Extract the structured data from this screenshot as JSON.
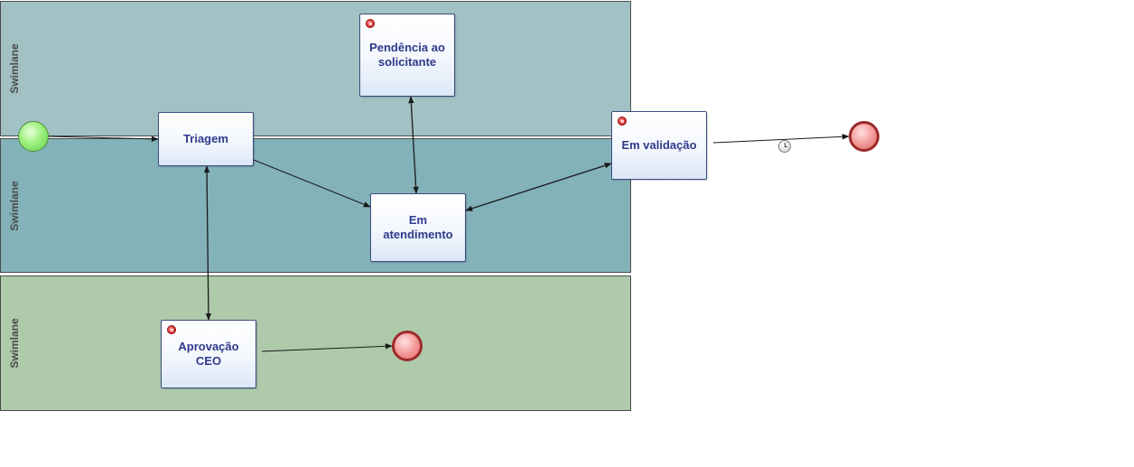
{
  "lanes": [
    {
      "id": "lane-1",
      "label": "Swimlane"
    },
    {
      "id": "lane-2",
      "label": "Swimlane"
    },
    {
      "id": "lane-3",
      "label": "Swimlane"
    }
  ],
  "tasks": {
    "triagem": {
      "label": "Triagem"
    },
    "pendencia": {
      "label": "Pendência ao\nsolicitante",
      "has_error_marker": true
    },
    "atendimento": {
      "label": "Em\natendimento"
    },
    "validacao": {
      "label": "Em validação",
      "has_error_marker": true
    },
    "aprovacao": {
      "label": "Aprovação\nCEO",
      "has_error_marker": true
    }
  },
  "events": {
    "start": {
      "type": "start"
    },
    "end_top": {
      "type": "end"
    },
    "end_bottom": {
      "type": "end"
    }
  },
  "flows": [
    {
      "from": "start",
      "to": "triagem",
      "bidirectional": false
    },
    {
      "from": "triagem",
      "to": "atendimento",
      "bidirectional": false
    },
    {
      "from": "triagem",
      "to": "aprovacao",
      "bidirectional": true
    },
    {
      "from": "pendencia",
      "to": "atendimento",
      "bidirectional": true
    },
    {
      "from": "atendimento",
      "to": "validacao",
      "bidirectional": true
    },
    {
      "from": "validacao",
      "to": "end_top",
      "bidirectional": false,
      "timer": true
    },
    {
      "from": "aprovacao",
      "to": "end_bottom",
      "bidirectional": false
    }
  ],
  "colors": {
    "lane_1": "#a2c1c5",
    "lane_2": "#83b2b9",
    "lane_3": "#aecaaa",
    "task_text": "#2e3a8c",
    "flow": "#1a1a1a"
  }
}
